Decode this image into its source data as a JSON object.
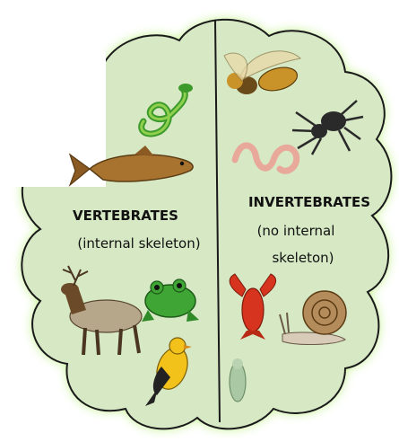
{
  "left": {
    "title": "VERTEBRATES",
    "subtitle": "(internal skeleton)",
    "animals": [
      "snake",
      "fish",
      "elk",
      "frog",
      "bird"
    ]
  },
  "right": {
    "title": "INVERTEBRATES",
    "subtitle_line1": "(no internal",
    "subtitle_line2": "skeleton)",
    "animals": [
      "wasp",
      "spider",
      "worm",
      "lobster",
      "snail",
      "hydra"
    ]
  },
  "colors": {
    "fill": "#d6e8c4",
    "outline": "#1a1a1a",
    "glow": "#b9f07a",
    "divider": "#1a1a1a"
  }
}
